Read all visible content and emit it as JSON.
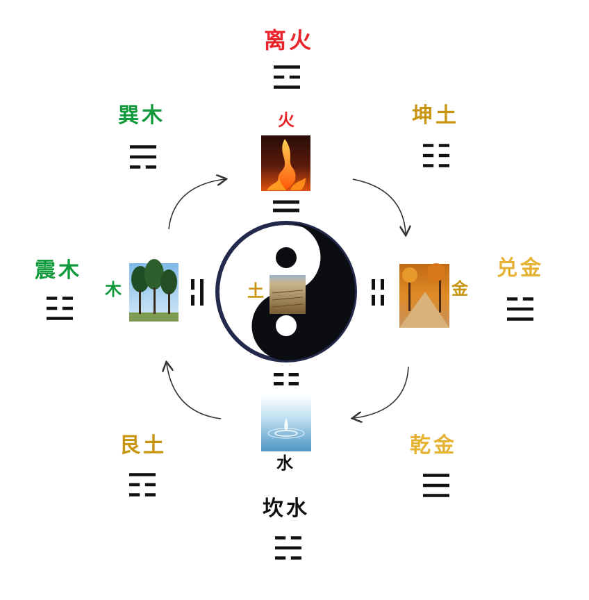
{
  "colors": {
    "red": "#e8232a",
    "green": "#119a3b",
    "gold": "#c89512",
    "lightgold": "#e6b233",
    "black": "#111111",
    "taiji_border": "#23294a"
  },
  "trigrams": [
    {
      "key": "li",
      "name": "离火",
      "lines": [
        1,
        0,
        1
      ],
      "color": "red"
    },
    {
      "key": "xun",
      "name": "巽木",
      "lines": [
        1,
        1,
        0
      ],
      "color": "green"
    },
    {
      "key": "kun",
      "name": "坤土",
      "lines": [
        0,
        0,
        0
      ],
      "color": "gold"
    },
    {
      "key": "zhen",
      "name": "震木",
      "lines": [
        0,
        0,
        1
      ],
      "color": "green"
    },
    {
      "key": "dui",
      "name": "兑金",
      "lines": [
        0,
        1,
        1
      ],
      "color": "lightgold"
    },
    {
      "key": "gen",
      "name": "艮土",
      "lines": [
        1,
        0,
        0
      ],
      "color": "gold"
    },
    {
      "key": "qian",
      "name": "乾金",
      "lines": [
        1,
        1,
        1
      ],
      "color": "lightgold"
    },
    {
      "key": "kan",
      "name": "坎水",
      "lines": [
        0,
        1,
        0
      ],
      "color": "black"
    }
  ],
  "elements": {
    "fire": {
      "label": "火",
      "color": "red",
      "photo": "fire-photo"
    },
    "wood": {
      "label": "木",
      "color": "green",
      "photo": "trees-photo"
    },
    "metal": {
      "label": "金",
      "color": "gold",
      "photo": "autumn-photo"
    },
    "water": {
      "label": "水",
      "color": "black",
      "photo": "water-photo"
    },
    "earth": {
      "label": "土",
      "color": "gold",
      "photo": "field-photo"
    }
  }
}
